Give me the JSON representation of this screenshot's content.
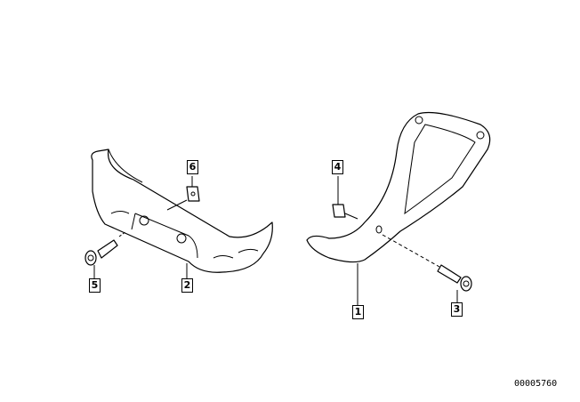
{
  "callouts": [
    {
      "id": "6",
      "label": "6"
    },
    {
      "id": "4",
      "label": "4"
    },
    {
      "id": "5",
      "label": "5"
    },
    {
      "id": "2",
      "label": "2"
    },
    {
      "id": "1",
      "label": "1"
    },
    {
      "id": "3",
      "label": "3"
    }
  ],
  "document_number": "00005760"
}
